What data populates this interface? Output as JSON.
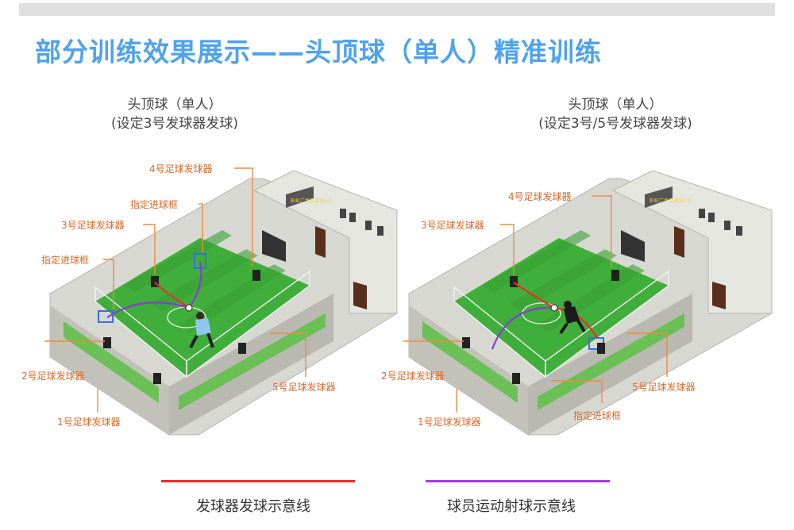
{
  "title": "部分训练效果展示——头顶球（单人）精准训练",
  "colors": {
    "title": "#4fa3ee",
    "callout": "#e0682a",
    "launch_line": "#ee2c2c",
    "player_line": "#a53ce0",
    "turf": "#3fae3a"
  },
  "left": {
    "subtitle_line1": "头顶球（单人）",
    "subtitle_line2": "(设定3号发球器发球)",
    "screen_text": "彩虹广场足球馆4.0",
    "callouts": {
      "launcher4": "4号足球发球器",
      "goal_top": "指定进球框",
      "launcher3": "3号足球发球器",
      "goal_left": "指定进球框",
      "launcher2": "2号足球发球器",
      "launcher5": "5号足球发球器",
      "launcher1": "1号足球发球器"
    }
  },
  "right": {
    "subtitle_line1": "头顶球（单人）",
    "subtitle_line2": "(设定3号/5号发球器发球)",
    "screen_text": "彩虹广场足球馆4.0",
    "callouts": {
      "launcher4": "4号足球发球器",
      "launcher3": "3号足球发球器",
      "launcher2": "2号足球发球器",
      "launcher5": "5号足球发球器",
      "launcher1": "1号足球发球器",
      "goal": "指定进球框"
    }
  },
  "legend": {
    "launch_label": "发球器发球示意线",
    "player_label": "球员运动射球示意线"
  }
}
